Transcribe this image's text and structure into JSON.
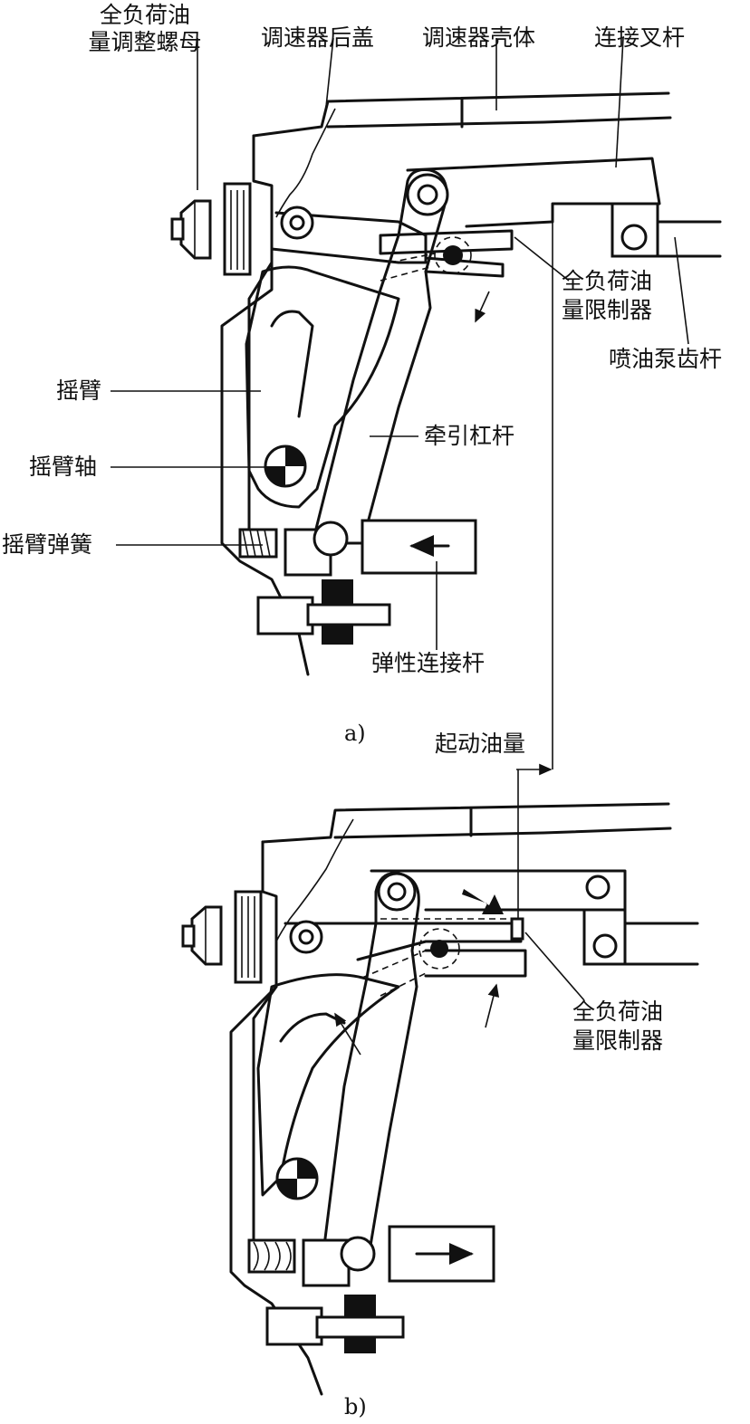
{
  "diagram_a": {
    "labels": {
      "adjust_nut": "全负荷油\n量调整螺母",
      "rear_cover": "调速器后盖",
      "housing": "调速器壳体",
      "fork_lever": "连接叉杆",
      "limiter": "全负荷油\n量限制器",
      "rack": "喷油泵齿杆",
      "rocker_arm": "摇臂",
      "traction_lever": "牵引杠杆",
      "rocker_shaft": "摇臂轴",
      "rocker_spring": "摇臂弹簧",
      "elastic_rod": "弹性连接杆"
    },
    "caption": "a)"
  },
  "diagram_b": {
    "labels": {
      "start_fuel": "起动油量",
      "limiter": "全负荷油\n量限制器"
    },
    "caption": "b)"
  },
  "colors": {
    "ink": "#111111",
    "paper": "#ffffff"
  }
}
